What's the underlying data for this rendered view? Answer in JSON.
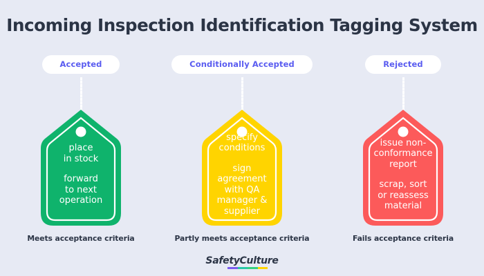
{
  "page": {
    "title": "Incoming Inspection Identification Tagging System",
    "background_color": "#e7eaf4",
    "title_color": "#2b3445"
  },
  "columns": [
    {
      "pill_label": "Accepted",
      "tag_color": "#0fb36c",
      "tag_lines": [
        "place\nin stock",
        "forward\nto next\noperation"
      ],
      "caption": "Meets acceptance criteria"
    },
    {
      "pill_label": "Conditionally Accepted",
      "tag_color": "#ffd400",
      "tag_lines": [
        "specify\nconditions",
        "sign\nagreement\nwith QA\nmanager &\nsupplier"
      ],
      "caption": "Partly meets acceptance criteria"
    },
    {
      "pill_label": "Rejected",
      "tag_color": "#fc5a5a",
      "tag_lines": [
        "issue non-\nconformance\nreport",
        "scrap, sort\nor reassess\nmaterial"
      ],
      "caption": "Fails acceptance criteria"
    }
  ],
  "pill": {
    "text_color": "#5a5cf0",
    "background_color": "#ffffff"
  },
  "logo": {
    "text": "SafetyCulture",
    "bar_colors": [
      "#7b5cf0",
      "#28c7a8",
      "#35d07f",
      "#ffd400"
    ]
  }
}
